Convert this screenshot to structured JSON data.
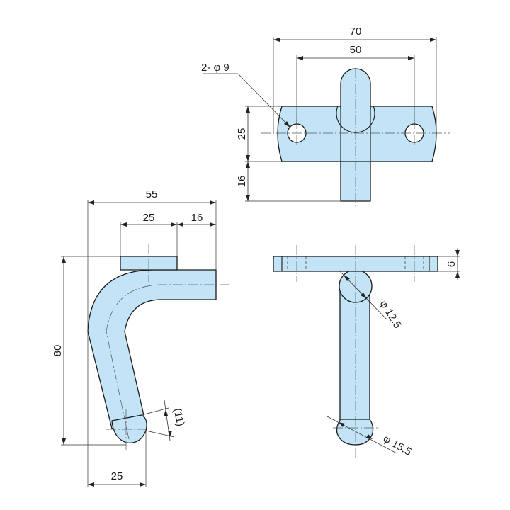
{
  "colors": {
    "part_fill": "#c3e4f7",
    "line": "#1a1a1a",
    "background": "#ffffff"
  },
  "top_view": {
    "dim_overall_width": "70",
    "dim_hole_pitch": "50",
    "dim_hole_callout": "2- φ 9",
    "dim_plate_height": "25",
    "dim_stem_length": "16"
  },
  "side_view": {
    "dim_overall_width": "55",
    "dim_plate_width": "25",
    "dim_tip_length": "16",
    "dim_height": "80",
    "dim_bottom_offset": "25",
    "dim_ball_ref": "(11)"
  },
  "front_view": {
    "dim_plate_thickness": "6",
    "dim_rod_dia": "φ 12.5",
    "dim_ball_dia": "φ 15.5"
  }
}
